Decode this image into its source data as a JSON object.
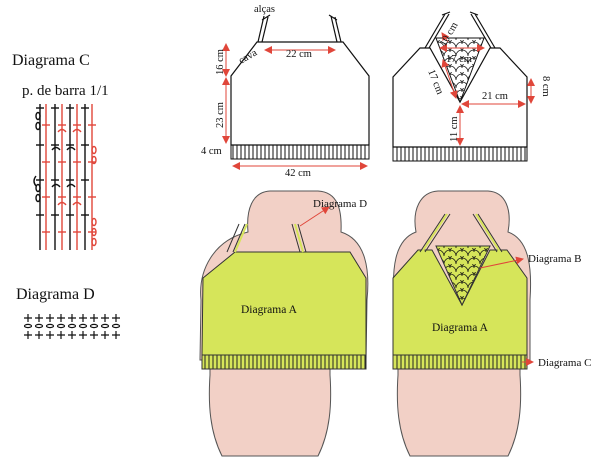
{
  "left_panel": {
    "diagram_c_title": "Diagrama C",
    "stitch_name": "p. de barra 1/1",
    "diagram_d_title": "Diagrama D"
  },
  "front_schematic": {
    "strap_label": "alças",
    "armhole_label": "cava",
    "top_width": "22 cm",
    "armhole_depth": "16 cm",
    "body_height": "23 cm",
    "ribbing_height": "4 cm",
    "bottom_width": "42 cm"
  },
  "back_schematic": {
    "strap_top": "10 cm",
    "lace_width": "17 cm",
    "lace_side": "17 cm",
    "side_height": "8 cm",
    "half_width": "21 cm",
    "center_height": "11 cm"
  },
  "front_mockup": {
    "callout_d": "Diagrama D",
    "body_label": "Diagrama A"
  },
  "back_mockup": {
    "callout_b": "Diagrama B",
    "body_label": "Diagrama A",
    "callout_c": "Diagrama C"
  },
  "colors": {
    "garment": "#d6e55a",
    "mannequin": "#f2d0c6",
    "callout_red": "#e0463a",
    "chart_red": "#e0463a"
  }
}
